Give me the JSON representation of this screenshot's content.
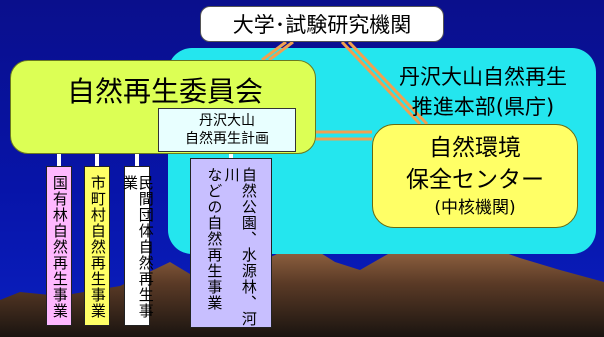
{
  "university": "大学･試験研究機関",
  "promotion_hq": {
    "line1": "丹沢大山自然再生",
    "line2": "推進本部(県庁)"
  },
  "committee": "自然再生委員会",
  "plan": {
    "line1": "丹沢大山",
    "line2": "自然再生計画"
  },
  "center": {
    "line1": "自然環境",
    "line2": "保全センター",
    "line3": "(中核機関)"
  },
  "projects": {
    "national": "国有林自然再生事業",
    "municipal": "市町村自然再生事業",
    "private": "民間団体自然再生事業",
    "park_line1": "自然公園、水源林、河川",
    "park_line2": "などの自然再生事業"
  },
  "colors": {
    "background": "#0714a8",
    "panel": "#24e6ee",
    "committee": "#dcff55",
    "center": "#ffff66",
    "connector": "#f0a050"
  }
}
